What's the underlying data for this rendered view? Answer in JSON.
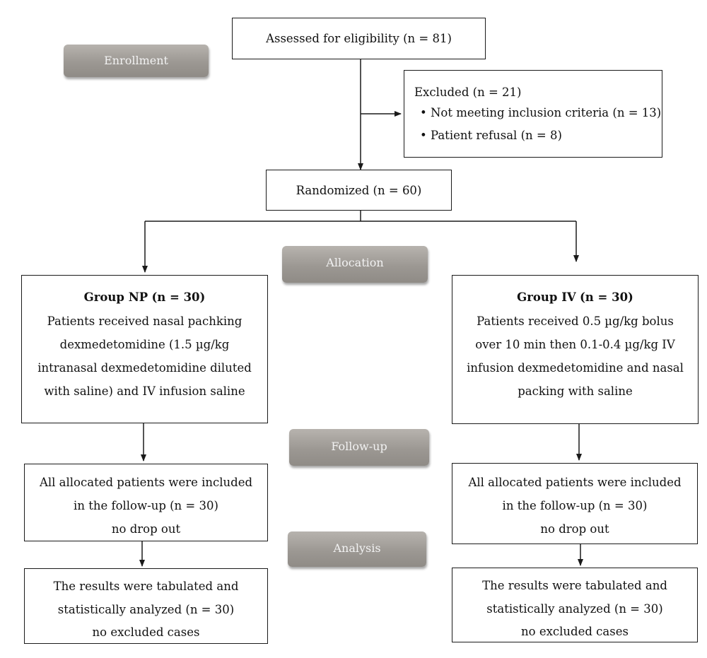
{
  "stages": {
    "enrollment": "Enrollment",
    "allocation": "Allocation",
    "follow_up": "Follow-up",
    "analysis": "Analysis"
  },
  "assessed": "Assessed for eligibility (n = 81)",
  "excluded": {
    "title": "Excluded (n = 21)",
    "items": [
      "Not meeting inclusion criteria (n = 13)",
      "Patient refusal (n = 8)"
    ]
  },
  "randomized": "Randomized (n = 60)",
  "group_np": {
    "title": "Group NP",
    "n": "(n = 30)",
    "lines": [
      "Patients received nasal pachking",
      "dexmedetomidine (1.5 µg/kg",
      "intranasal dexmedetomidine diluted",
      "with saline) and IV infusion saline"
    ]
  },
  "group_iv": {
    "title": "Group IV",
    "n": "(n = 30)",
    "lines": [
      "Patients received 0.5 µg/kg bolus",
      "over 10 min then 0.1-0.4 µg/kg IV",
      "infusion dexmedetomidine and nasal",
      "packing with saline"
    ]
  },
  "followup_np": [
    "All allocated patients were included",
    "in the follow-up (n = 30)",
    "no drop out"
  ],
  "followup_iv": [
    "All allocated patients were included",
    "in the follow-up (n = 30)",
    "no drop out"
  ],
  "analysis_np": [
    "The results were tabulated and",
    "statistically analyzed (n = 30)",
    "no excluded cases"
  ],
  "analysis_iv": [
    "The results were tabulated and",
    "statistically analyzed (n = 30)",
    "no excluded cases"
  ]
}
